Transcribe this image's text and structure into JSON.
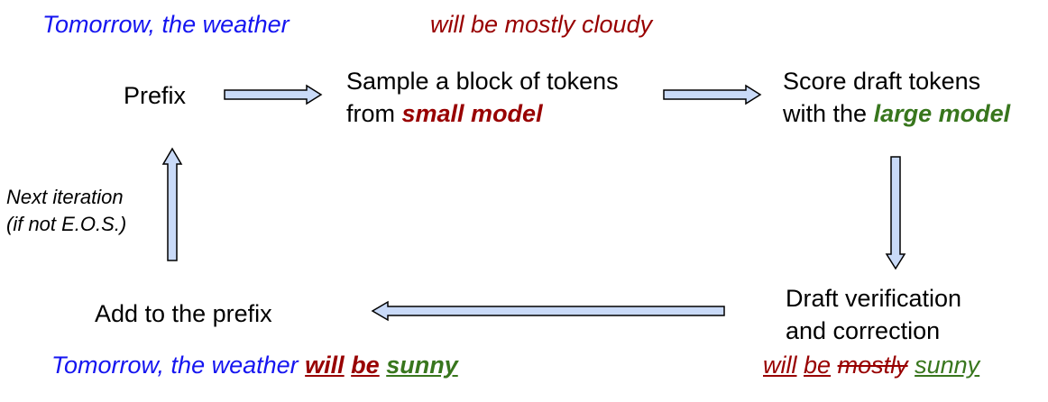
{
  "top_prefix_example": "Tomorrow, the weather",
  "top_draft_example": "will be mostly cloudy",
  "steps": {
    "prefix": "Prefix",
    "sample": {
      "line1": "Sample a block of tokens",
      "line2_pre": "from ",
      "line2_em": "small model"
    },
    "score": {
      "line1": "Score draft tokens",
      "line2_pre": "with the ",
      "line2_em": "large model"
    },
    "verify": {
      "line1": "Draft verification",
      "line2": "and correction"
    },
    "add": "Add to the prefix"
  },
  "loop_note": {
    "line1": "Next iteration",
    "line2": "(if not E.O.S.)"
  },
  "bottom_result": {
    "prefix": "Tomorrow, the weather ",
    "w1": "will",
    "w2": "be",
    "w3": "sunny"
  },
  "verification_tokens": {
    "w1": "will",
    "w2": "be",
    "rejected": "mostly",
    "replacement": "sunny"
  },
  "colors": {
    "example_text": "#1515f0",
    "small_model": "#980000",
    "large_model": "#38761d",
    "arrow_fill": "#c9daf8"
  }
}
